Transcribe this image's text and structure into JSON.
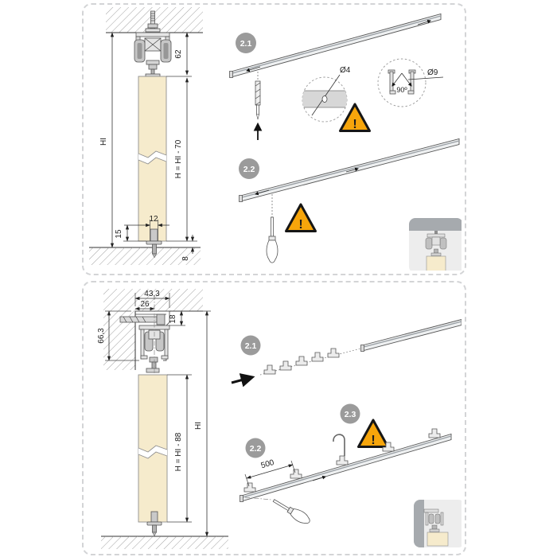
{
  "top_panel": {
    "badges": {
      "step1": "2.1",
      "step2": "2.2"
    },
    "dims": {
      "total_height": "HI",
      "mechanism_height": "62",
      "door_height": "H = HI - 70",
      "slot_width": "12",
      "slot_depth": "15",
      "floor_gap": "8"
    },
    "details": {
      "drill_hole": "Ø4",
      "profile_hole": "Ø9",
      "drill_angle": "90º"
    },
    "warnings": {
      "mark1": "!",
      "mark2": "!"
    }
  },
  "bottom_panel": {
    "badges": {
      "step1": "2.1",
      "step2": "2.2",
      "step3": "2.3"
    },
    "dims": {
      "bracket_depth": "43,3",
      "rail_axis_offset": "26",
      "bracket_height": "66,3",
      "rail_top_offset": "18",
      "total_height": "HI",
      "door_height": "H = HI - 88",
      "clip_spacing": "500"
    },
    "warnings": {
      "mark1": "!"
    }
  },
  "colors": {
    "warning_orange": "#F6A50B",
    "badge_gray": "#9B9B9B",
    "door_cream": "#F6EBCC",
    "inset_gray": "#EDEDED",
    "inset_bar": "#A6AAAE"
  }
}
